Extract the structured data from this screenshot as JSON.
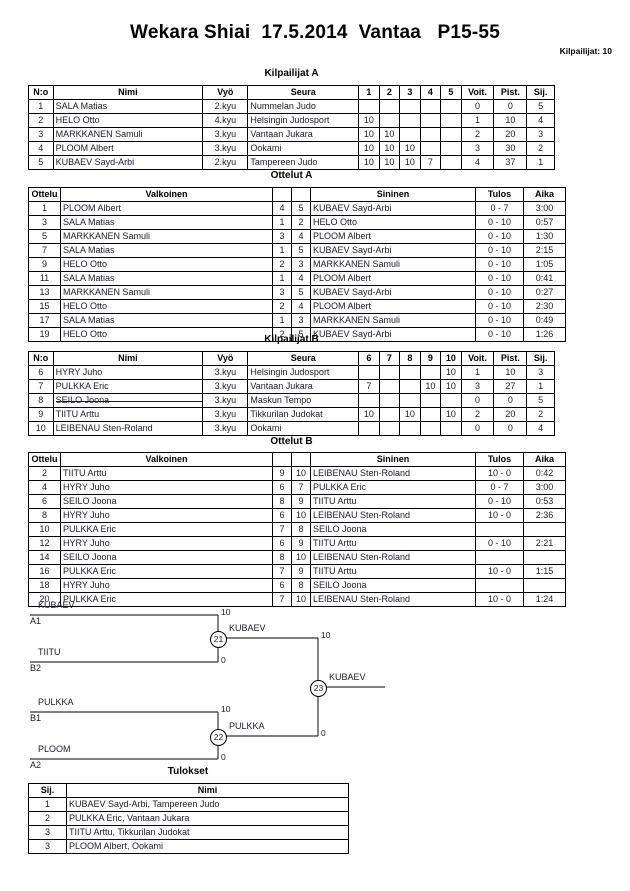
{
  "header": {
    "title": "Wekara Shiai  17.5.2014  Vantaa   P15-55",
    "competitor_count_label": "Kilpailijat: 10"
  },
  "pool_a": {
    "heading": "Kilpailijat A",
    "columns": [
      "N:o",
      "Nimi",
      "Vyö",
      "Seura",
      "1",
      "2",
      "3",
      "4",
      "5",
      "Voit.",
      "Pist.",
      "Sij."
    ],
    "rows": [
      {
        "no": "1",
        "name": "SALA Matias",
        "belt": "2.kyu",
        "club": "Nummelan Judo",
        "m": [
          "",
          "",
          "",
          "",
          ""
        ],
        "wins": "0",
        "points": "0",
        "rank": "5",
        "struck": false
      },
      {
        "no": "2",
        "name": "HELO Otto",
        "belt": "4.kyu",
        "club": "Helsingin Judosport",
        "m": [
          "10",
          "",
          "",
          "",
          ""
        ],
        "wins": "1",
        "points": "10",
        "rank": "4",
        "struck": false
      },
      {
        "no": "3",
        "name": "MARKKANEN Samuli",
        "belt": "3.kyu",
        "club": "Vantaan Jukara",
        "m": [
          "10",
          "10",
          "",
          "",
          ""
        ],
        "wins": "2",
        "points": "20",
        "rank": "3",
        "struck": false
      },
      {
        "no": "4",
        "name": "PLOOM Albert",
        "belt": "3.kyu",
        "club": "Ookami",
        "m": [
          "10",
          "10",
          "10",
          "",
          ""
        ],
        "wins": "3",
        "points": "30",
        "rank": "2",
        "struck": false
      },
      {
        "no": "5",
        "name": "KUBAEV Sayd-Arbi",
        "belt": "2.kyu",
        "club": "Tampereen Judo",
        "m": [
          "10",
          "10",
          "10",
          "7",
          ""
        ],
        "wins": "4",
        "points": "37",
        "rank": "1",
        "struck": false
      }
    ]
  },
  "matches_a": {
    "heading": "Ottelut A",
    "columns": [
      "Ottelu",
      "Valkoinen",
      "",
      "",
      "Sininen",
      "Tulos",
      "Aika"
    ],
    "rows": [
      {
        "no": "1",
        "white": "PLOOM Albert",
        "wn": "4",
        "bn": "5",
        "blue": "KUBAEV Sayd-Arbi",
        "result": "0 - 7",
        "time": "3:00"
      },
      {
        "no": "3",
        "white": "SALA Matias",
        "wn": "1",
        "bn": "2",
        "blue": "HELO Otto",
        "result": "0 - 10",
        "time": "0:57"
      },
      {
        "no": "5",
        "white": "MARKKANEN Samuli",
        "wn": "3",
        "bn": "4",
        "blue": "PLOOM Albert",
        "result": "0 - 10",
        "time": "1:30"
      },
      {
        "no": "7",
        "white": "SALA Matias",
        "wn": "1",
        "bn": "5",
        "blue": "KUBAEV Sayd-Arbi",
        "result": "0 - 10",
        "time": "2:15"
      },
      {
        "no": "9",
        "white": "HELO Otto",
        "wn": "2",
        "bn": "3",
        "blue": "MARKKANEN Samuli",
        "result": "0 - 10",
        "time": "1:05"
      },
      {
        "no": "11",
        "white": "SALA Matias",
        "wn": "1",
        "bn": "4",
        "blue": "PLOOM Albert",
        "result": "0 - 10",
        "time": "0:41"
      },
      {
        "no": "13",
        "white": "MARKKANEN Samuli",
        "wn": "3",
        "bn": "5",
        "blue": "KUBAEV Sayd-Arbi",
        "result": "0 - 10",
        "time": "0:27"
      },
      {
        "no": "15",
        "white": "HELO Otto",
        "wn": "2",
        "bn": "4",
        "blue": "PLOOM Albert",
        "result": "0 - 10",
        "time": "2:30"
      },
      {
        "no": "17",
        "white": "SALA Matias",
        "wn": "1",
        "bn": "3",
        "blue": "MARKKANEN Samuli",
        "result": "0 - 10",
        "time": "0:49"
      },
      {
        "no": "19",
        "white": "HELO Otto",
        "wn": "2",
        "bn": "5",
        "blue": "KUBAEV Sayd-Arbi",
        "result": "0 - 10",
        "time": "1:26"
      }
    ]
  },
  "pool_b": {
    "heading": "Kilpailijat B",
    "columns": [
      "N:o",
      "Nimi",
      "Vyö",
      "Seura",
      "6",
      "7",
      "8",
      "9",
      "10",
      "Voit.",
      "Pist.",
      "Sij."
    ],
    "rows": [
      {
        "no": "6",
        "name": "HYRY Juho",
        "belt": "3.kyu",
        "club": "Helsingin Judosport",
        "m": [
          "",
          "",
          "",
          "",
          "10"
        ],
        "wins": "1",
        "points": "10",
        "rank": "3",
        "struck": false
      },
      {
        "no": "7",
        "name": "PULKKA Eric",
        "belt": "3.kyu",
        "club": "Vantaan Jukara",
        "m": [
          "7",
          "",
          "",
          "10",
          "10"
        ],
        "wins": "3",
        "points": "27",
        "rank": "1",
        "struck": false
      },
      {
        "no": "8",
        "name": "SEILO Joona",
        "belt": "3.kyu",
        "club": "Maskun Tempo",
        "m": [
          "",
          "",
          "",
          "",
          ""
        ],
        "wins": "0",
        "points": "0",
        "rank": "5",
        "struck": true
      },
      {
        "no": "9",
        "name": "TIITU Arttu",
        "belt": "3.kyu",
        "club": "Tikkurilan Judokat",
        "m": [
          "10",
          "",
          "10",
          "",
          "10"
        ],
        "wins": "2",
        "points": "20",
        "rank": "2",
        "struck": false
      },
      {
        "no": "10",
        "name": "LEIBENAU Sten-Roland",
        "belt": "3.kyu",
        "club": "Ookami",
        "m": [
          "",
          "",
          "",
          "",
          ""
        ],
        "wins": "0",
        "points": "0",
        "rank": "4",
        "struck": false
      }
    ]
  },
  "matches_b": {
    "heading": "Ottelut B",
    "columns": [
      "Ottelu",
      "Valkoinen",
      "",
      "",
      "Sininen",
      "Tulos",
      "Aika"
    ],
    "rows": [
      {
        "no": "2",
        "white": "TIITU Arttu",
        "wn": "9",
        "bn": "10",
        "blue": "LEIBENAU Sten-Roland",
        "result": "10 - 0",
        "time": "0:42"
      },
      {
        "no": "4",
        "white": "HYRY Juho",
        "wn": "6",
        "bn": "7",
        "blue": "PULKKA Eric",
        "result": "0 - 7",
        "time": "3:00"
      },
      {
        "no": "6",
        "white": "SEILO Joona",
        "wn": "8",
        "bn": "9",
        "blue": "TIITU Arttu",
        "result": "0 - 10",
        "time": "0:53"
      },
      {
        "no": "8",
        "white": "HYRY Juho",
        "wn": "6",
        "bn": "10",
        "blue": "LEIBENAU Sten-Roland",
        "result": "10 - 0",
        "time": "2:36"
      },
      {
        "no": "10",
        "white": "PULKKA Eric",
        "wn": "7",
        "bn": "8",
        "blue": "SEILO Joona",
        "result": "",
        "time": ""
      },
      {
        "no": "12",
        "white": "HYRY Juho",
        "wn": "6",
        "bn": "9",
        "blue": "TIITU Arttu",
        "result": "0 - 10",
        "time": "2:21"
      },
      {
        "no": "14",
        "white": "SEILO Joona",
        "wn": "8",
        "bn": "10",
        "blue": "LEIBENAU Sten-Roland",
        "result": "",
        "time": ""
      },
      {
        "no": "16",
        "white": "PULKKA Eric",
        "wn": "7",
        "bn": "9",
        "blue": "TIITU Arttu",
        "result": "10 - 0",
        "time": "1:15"
      },
      {
        "no": "18",
        "white": "HYRY Juho",
        "wn": "6",
        "bn": "8",
        "blue": "SEILO Joona",
        "result": "",
        "time": ""
      },
      {
        "no": "20",
        "white": "PULKKA Eric",
        "wn": "7",
        "bn": "10",
        "blue": "LEIBENAU Sten-Roland",
        "result": "10 - 0",
        "time": "1:24"
      }
    ]
  },
  "bracket": {
    "entries": [
      {
        "name": "KUBAEV",
        "seed": "A1"
      },
      {
        "name": "TIITU",
        "seed": "B2"
      },
      {
        "name": "PULKKA",
        "seed": "B1"
      },
      {
        "name": "PLOOM",
        "seed": "A2"
      }
    ],
    "semifinal_1": {
      "node": "21",
      "winner": "KUBAEV",
      "top_score": "10",
      "bottom_score": "0"
    },
    "semifinal_2": {
      "node": "22",
      "winner": "PULKKA",
      "top_score": "10",
      "bottom_score": "0"
    },
    "final": {
      "node": "23",
      "winner": "KUBAEV",
      "top_score": "10",
      "bottom_score": "0"
    }
  },
  "results": {
    "heading": "Tulokset",
    "columns": [
      "Sij.",
      "Nimi"
    ],
    "rows": [
      {
        "rank": "1",
        "name": "KUBAEV Sayd-Arbi, Tampereen Judo"
      },
      {
        "rank": "2",
        "name": "PULKKA Eric, Vantaan Jukara"
      },
      {
        "rank": "3",
        "name": "TIITU Arttu, Tikkurilan Judokat"
      },
      {
        "rank": "3",
        "name": "PLOOM Albert, Ookami"
      }
    ]
  }
}
